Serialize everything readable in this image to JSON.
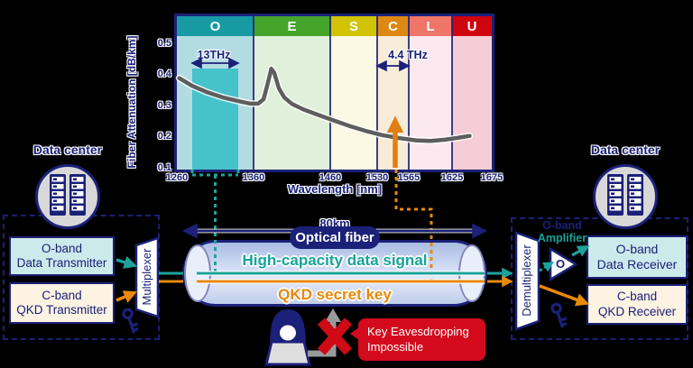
{
  "chart_data": {
    "type": "line",
    "title": "",
    "xlabel": "Wavelength [nm]",
    "ylabel": "Fiber Attenuation [dB/km]",
    "xticks": [
      1260,
      1360,
      1460,
      1530,
      1565,
      1625,
      1675
    ],
    "yticks": [
      0.5,
      0.4,
      0.3,
      0.2,
      0.1
    ],
    "ylim": [
      0.09,
      0.52
    ],
    "grid": false,
    "bands": [
      {
        "label": "O",
        "range_nm": [
          1260,
          1360
        ],
        "header_color": "#189aa3",
        "bg_color": "#b3dce2"
      },
      {
        "label": "E",
        "range_nm": [
          1360,
          1460
        ],
        "header_color": "#45a42a",
        "bg_color": "#e0f0da"
      },
      {
        "label": "S",
        "range_nm": [
          1460,
          1530
        ],
        "header_color": "#d2c305",
        "bg_color": "#fbf8e3"
      },
      {
        "label": "C",
        "range_nm": [
          1530,
          1565
        ],
        "header_color": "#dd8812",
        "bg_color": "#f8ecd9"
      },
      {
        "label": "L",
        "range_nm": [
          1565,
          1625
        ],
        "header_color": "#ef7568",
        "bg_color": "#fce9f0"
      },
      {
        "label": "U",
        "range_nm": [
          1625,
          1675
        ],
        "header_color": "#ce040f",
        "bg_color": "#f5cdd7"
      }
    ],
    "curve": [
      [
        1263,
        0.388
      ],
      [
        1280,
        0.363
      ],
      [
        1300,
        0.342
      ],
      [
        1320,
        0.326
      ],
      [
        1340,
        0.314
      ],
      [
        1356,
        0.306
      ],
      [
        1366,
        0.306
      ],
      [
        1373,
        0.32
      ],
      [
        1379,
        0.375
      ],
      [
        1383,
        0.418
      ],
      [
        1387,
        0.405
      ],
      [
        1393,
        0.355
      ],
      [
        1400,
        0.326
      ],
      [
        1410,
        0.305
      ],
      [
        1425,
        0.287
      ],
      [
        1445,
        0.269
      ],
      [
        1465,
        0.252
      ],
      [
        1490,
        0.233
      ],
      [
        1515,
        0.217
      ],
      [
        1535,
        0.205
      ],
      [
        1555,
        0.195
      ],
      [
        1575,
        0.188
      ],
      [
        1595,
        0.186
      ],
      [
        1615,
        0.19
      ],
      [
        1632,
        0.196
      ],
      [
        1647,
        0.202
      ]
    ],
    "annotations": {
      "o_band_bandwidth": {
        "label": "13THz",
        "range_nm": [
          1280,
          1340
        ],
        "highlight_color": "#46c2cb"
      },
      "c_band_bandwidth": {
        "label": "4.4 THz",
        "range_nm": [
          1530,
          1565
        ]
      },
      "qkd_arrow_nm": 1550
    }
  },
  "left": {
    "datacenter": "Data center",
    "data_tx": {
      "line1": "O-band",
      "line2": "Data Transmitter"
    },
    "qkd_tx": {
      "line1": "C-band",
      "line2": "QKD Transmitter"
    },
    "mux": "Multiplexer"
  },
  "right": {
    "datacenter": "Data center",
    "demux": "Demultiplexer",
    "amplifier": {
      "line1": "O-band",
      "line2": "Amplifier",
      "symbol": "O"
    },
    "data_rx": {
      "line1": "O-band",
      "line2": "Data Receiver"
    },
    "qkd_rx": {
      "line1": "C-band",
      "line2": "QKD Receiver"
    }
  },
  "fiber": {
    "label": "Optical fiber",
    "length": "80km",
    "data_signal": "High-capacity data signal",
    "secret_key": "QKD secret key"
  },
  "eavesdrop": {
    "line1": "Key Eavesdropping",
    "line2": "Impossible"
  },
  "icons": {
    "server": "server-rack-icon",
    "key": "key-icon",
    "hacker": "hacker-icon",
    "blocked": "red-x-icon"
  },
  "colors": {
    "navy": "#1b2178",
    "teal_signal": "#1da39b",
    "orange_signal": "#e8890b",
    "curve_gray": "#5e5e5e",
    "o_band_fill": "#cdeaeb",
    "c_band_fill": "#fdf3e3",
    "alert_red": "#d30b1c",
    "fiber_fill": "#c2cfec"
  }
}
